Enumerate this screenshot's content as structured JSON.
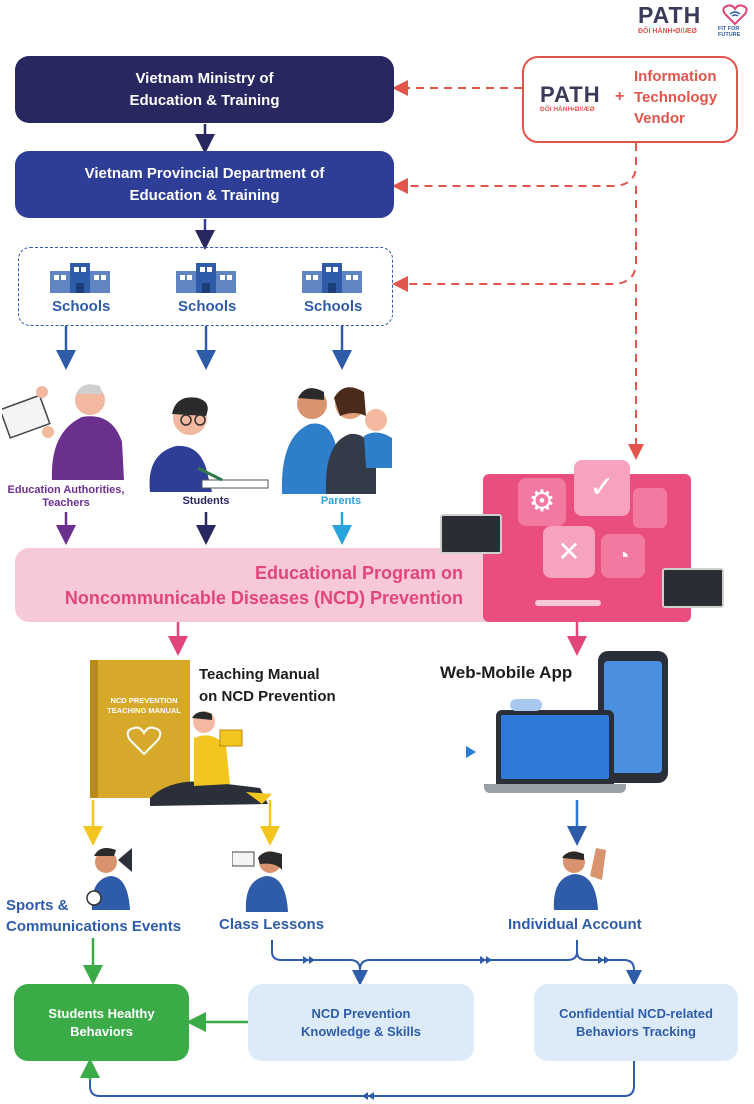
{
  "logos": {
    "path_top": "PATH",
    "path_top_sub": "ĐỐI HÀNH•Ø//ÆØ",
    "fit_for_future": "FIT FOR FUTURE",
    "path_vendor": "PATH",
    "path_vendor_sub": "ĐỐI HÀNH•Ø//ÆØ"
  },
  "nodes": {
    "ministry": "Vietnam Ministry of\nEducation & Training",
    "provincial": "Vietnam Provincial Department of\nEducation & Training",
    "vendor_plus": "+",
    "vendor_text": "Information\nTechnology\nVendor",
    "schools": [
      "Schools",
      "Schools",
      "Schools"
    ],
    "stakeholders": [
      "Education Authorities,\nTeachers",
      "Students",
      "Parents"
    ],
    "program": "Educational Program on\nNoncommunicable Diseases (NCD) Prevention",
    "manual_title": "Teaching Manual\non NCD Prevention",
    "manual_cover": "NCD PREVENTION\nTEACHING MANUAL",
    "app_title": "Web-Mobile App",
    "sports": "Sports &\nCommunications Events",
    "class_lessons": "Class Lessons",
    "individual": "Individual Account",
    "healthy": "Students Healthy\nBehaviors",
    "knowledge": "NCD Prevention\nKnowledge & Skills",
    "tracking": "Confidential NCD-related\nBehaviors Tracking"
  },
  "colors": {
    "navy": "#28275f",
    "royal": "#2e3e96",
    "school_blue": "#2f5ca8",
    "vendor_red": "#e2554d",
    "pink_bg": "#f7c9d8",
    "pink_text": "#e0457b",
    "gold": "#f2c61f",
    "green": "#3aab47",
    "light_blue": "#dcebf7",
    "purple": "#6b2f8e",
    "cyan": "#29a3dc"
  }
}
